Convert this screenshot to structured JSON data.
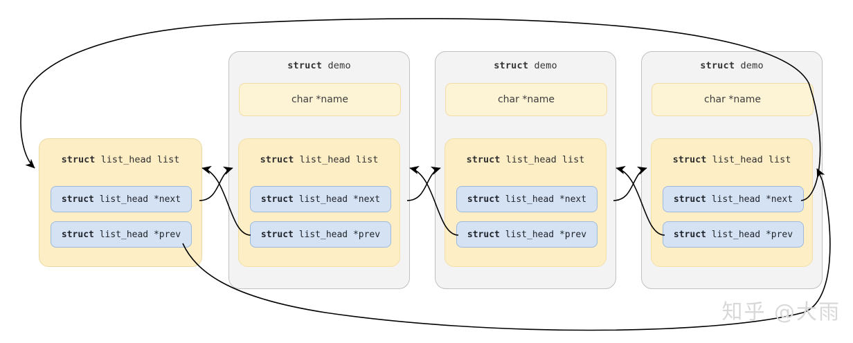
{
  "diagram": {
    "title": "Linux kernel doubly linked list (struct list_head) embedded in struct demo",
    "keyword": "struct",
    "colors": {
      "node_bg": "#f3f3f3",
      "node_border": "#bfbfbf",
      "listhead_bg": "#fdeec6",
      "listhead_border": "#f1dfa5",
      "name_bg": "#fdf3d5",
      "name_border": "#f0dca4",
      "pointer_bg": "#d4e2f4",
      "pointer_border": "#9cb9dc",
      "edge": "#000000",
      "watermark": "#d8d8d8",
      "background": "#ffffff"
    },
    "labels": {
      "demo_title_kw": "struct",
      "demo_title_name": "demo",
      "listhead_kw": "struct",
      "listhead_name": "list_head list",
      "char_name": "char *name",
      "next_kw": "struct",
      "next_name": "list_head *next",
      "prev_kw": "struct",
      "prev_name": "list_head *prev"
    },
    "head_node": {
      "kind": "list_head-only",
      "title_kw": "struct",
      "title_name": "list_head list",
      "fields": [
        {
          "kw": "struct",
          "name": "list_head *next"
        },
        {
          "kw": "struct",
          "name": "list_head *prev"
        }
      ]
    },
    "demo_nodes": [
      {
        "title_kw": "struct",
        "title_name": "demo",
        "name_field": "char *name",
        "listhead_kw": "struct",
        "listhead_name": "list_head list",
        "fields": [
          {
            "kw": "struct",
            "name": "list_head *next"
          },
          {
            "kw": "struct",
            "name": "list_head *prev"
          }
        ]
      },
      {
        "title_kw": "struct",
        "title_name": "demo",
        "name_field": "char *name",
        "listhead_kw": "struct",
        "listhead_name": "list_head list",
        "fields": [
          {
            "kw": "struct",
            "name": "list_head *next"
          },
          {
            "kw": "struct",
            "name": "list_head *prev"
          }
        ]
      },
      {
        "title_kw": "struct",
        "title_name": "demo",
        "name_field": "char *name",
        "listhead_kw": "struct",
        "listhead_name": "list_head list",
        "fields": [
          {
            "kw": "struct",
            "name": "list_head *next"
          },
          {
            "kw": "struct",
            "name": "list_head *prev"
          }
        ]
      }
    ],
    "watermark": "知乎 @大雨"
  }
}
